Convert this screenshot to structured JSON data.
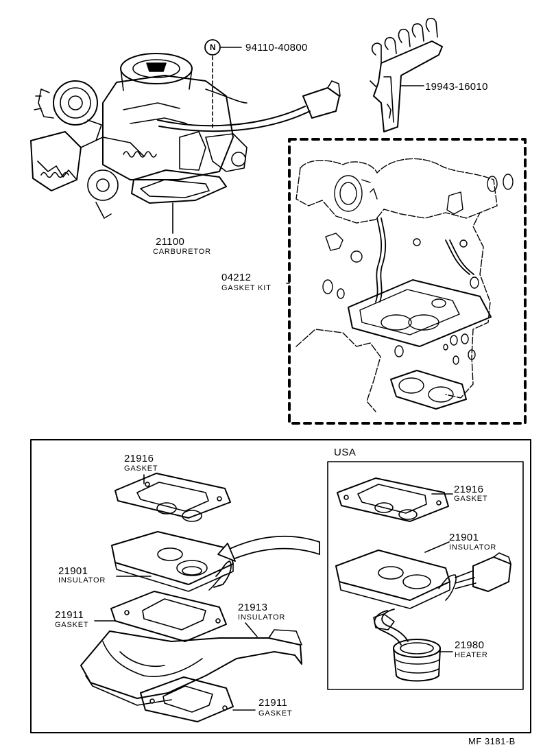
{
  "parts": {
    "fitting_number": "94110-40800",
    "fitting_badge": "N",
    "bracket_number": "19943-16010",
    "carburetor_number": "21100",
    "carburetor_name": "CARBURETOR",
    "gasket_kit_number": "04212",
    "gasket_kit_name": "GASKET KIT"
  },
  "detail": {
    "gasket_top_number": "21916",
    "gasket_top_name": "GASKET",
    "insulator_number": "21901",
    "insulator_name": "INSULATOR",
    "gasket_mid_number": "21911",
    "gasket_mid_name": "GASKET",
    "insulator_lower_number": "21913",
    "insulator_lower_name": "INSULATOR",
    "gasket_bottom_number": "21911",
    "gasket_bottom_name": "GASKET"
  },
  "usa": {
    "title": "USA",
    "gasket_number": "21916",
    "gasket_name": "GASKET",
    "insulator_number": "21901",
    "insulator_name": "INSULATOR",
    "heater_number": "21980",
    "heater_name": "HEATER"
  },
  "footer": {
    "code": "MF  3181-B"
  },
  "colors": {
    "ink": "#000000",
    "paper": "#ffffff"
  }
}
